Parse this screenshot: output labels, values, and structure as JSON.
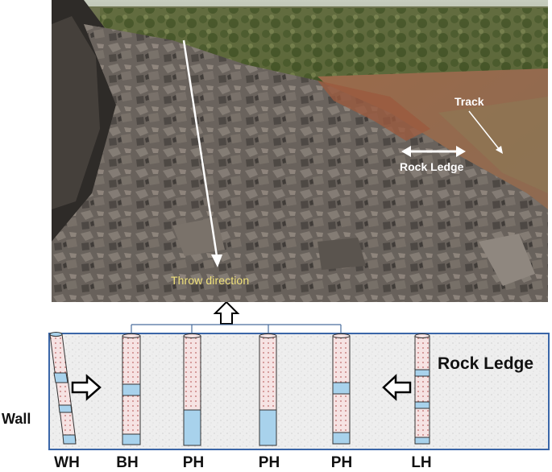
{
  "photo": {
    "track_label": "Track",
    "rock_ledge_label": "Rock Ledge",
    "throw_direction_label": "Throw direction"
  },
  "diagram": {
    "rock_ledge_label": "Rock Ledge",
    "wall_label": "Wall",
    "holes": [
      {
        "label": "WH"
      },
      {
        "label": "BH"
      },
      {
        "label": "PH"
      },
      {
        "label": "PH"
      },
      {
        "label": "PH"
      },
      {
        "label": "LH"
      }
    ]
  },
  "colors": {
    "bench_fill": "#ececec",
    "bench_border": "#3a66a8",
    "hole_fill": "#f6e1e1",
    "hole_dots": "#c06a6a",
    "stemming": "#a8d2ec",
    "arrow_white": "#ffffff",
    "throw_label": "#f1e27a"
  }
}
